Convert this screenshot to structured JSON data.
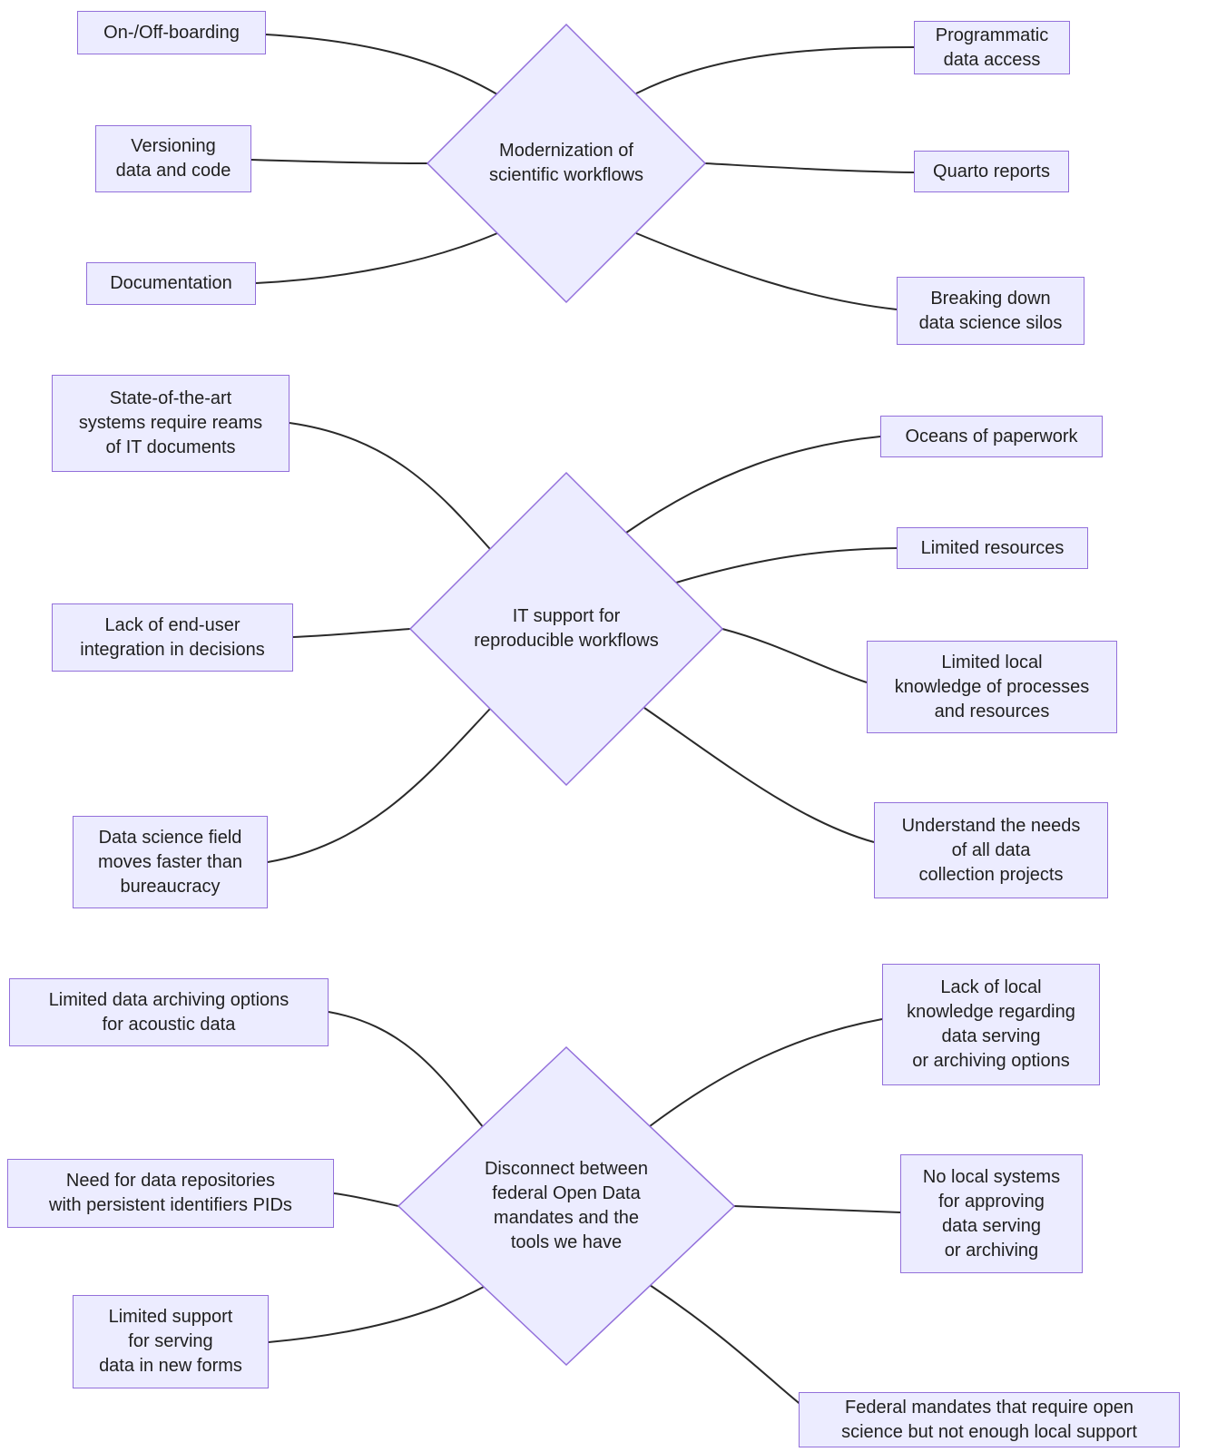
{
  "colors": {
    "node_fill": "#ECECFF",
    "node_border": "#9370DB",
    "edge": "#2a2a2a",
    "text": "#1f1f1f"
  },
  "diagrams": [
    {
      "center": "Modernization of\nscientific workflows",
      "left": [
        "On-/Off-boarding",
        "Versioning\ndata and code",
        "Documentation"
      ],
      "right": [
        "Programmatic\ndata access",
        "Quarto reports",
        "Breaking down\ndata science silos"
      ]
    },
    {
      "center": "IT support for\nreproducible workflows",
      "left": [
        "State-of-the-art\nsystems require reams\nof IT documents",
        "Lack of end-user\nintegration in decisions",
        "Data science field\nmoves faster than\nbureaucracy"
      ],
      "right": [
        "Oceans of paperwork",
        "Limited resources",
        "Limited local\nknowledge of processes\nand resources",
        "Understand the needs\nof all data\ncollection projects"
      ]
    },
    {
      "center": "Disconnect between\nfederal Open Data\nmandates and the\ntools we have",
      "left": [
        "Limited data archiving options\nfor acoustic data",
        "Need for data repositories\nwith persistent identifiers PIDs",
        "Limited support\nfor serving\ndata in new forms"
      ],
      "right": [
        "Lack of local\nknowledge regarding\ndata serving\nor archiving options",
        "No local systems\nfor approving\ndata serving\nor archiving",
        "Federal mandates that require open\nscience but not enough local support"
      ]
    }
  ]
}
